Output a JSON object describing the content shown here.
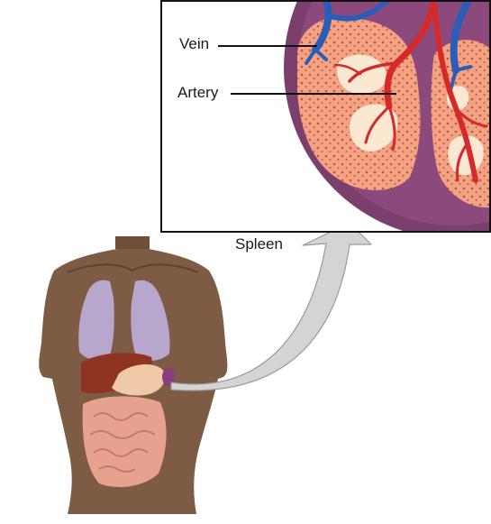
{
  "labels": {
    "vein": "Vein",
    "artery": "Artery",
    "spleen": "Spleen"
  },
  "colors": {
    "capsule": "#7b3f6e",
    "pulp": "#f2a384",
    "white_pulp": "#fbe7d2",
    "artery": "#d42a2a",
    "vein": "#2a5db8",
    "skin": "#7e5b44",
    "lung": "#b7a7cc",
    "liver": "#8f3322",
    "stomach": "#f0c9a8",
    "intestine": "#e7a28f",
    "spleen_organ": "#8a3d7a",
    "arrow_fill": "#d4d4d4",
    "arrow_stroke": "#9a9a9a"
  }
}
